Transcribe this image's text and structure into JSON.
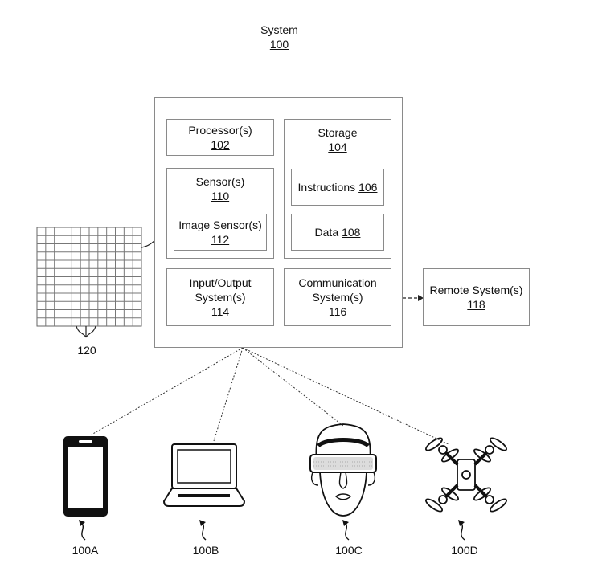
{
  "system": {
    "title": "System",
    "ref": "100"
  },
  "processor": {
    "title": "Processor(s)",
    "ref": "102"
  },
  "storage": {
    "title": "Storage",
    "ref": "104"
  },
  "instructions": {
    "title": "Instructions",
    "ref": "106"
  },
  "data_block": {
    "title": "Data",
    "ref": "108"
  },
  "sensors": {
    "title": "Sensor(s)",
    "ref": "110"
  },
  "image_sensor": {
    "title": "Image Sensor(s)",
    "ref": "112"
  },
  "io": {
    "title_line1": "Input/Output",
    "title_line2": "System(s)",
    "ref": "114"
  },
  "comm": {
    "title_line1": "Communication",
    "title_line2": "System(s)",
    "ref": "116"
  },
  "remote": {
    "title": "Remote System(s)",
    "ref": "118"
  },
  "sensor_grid": {
    "ref": "120"
  },
  "devices": [
    {
      "name": "phone",
      "ref": "100A"
    },
    {
      "name": "laptop",
      "ref": "100B"
    },
    {
      "name": "headset",
      "ref": "100C"
    },
    {
      "name": "drone",
      "ref": "100D"
    }
  ]
}
